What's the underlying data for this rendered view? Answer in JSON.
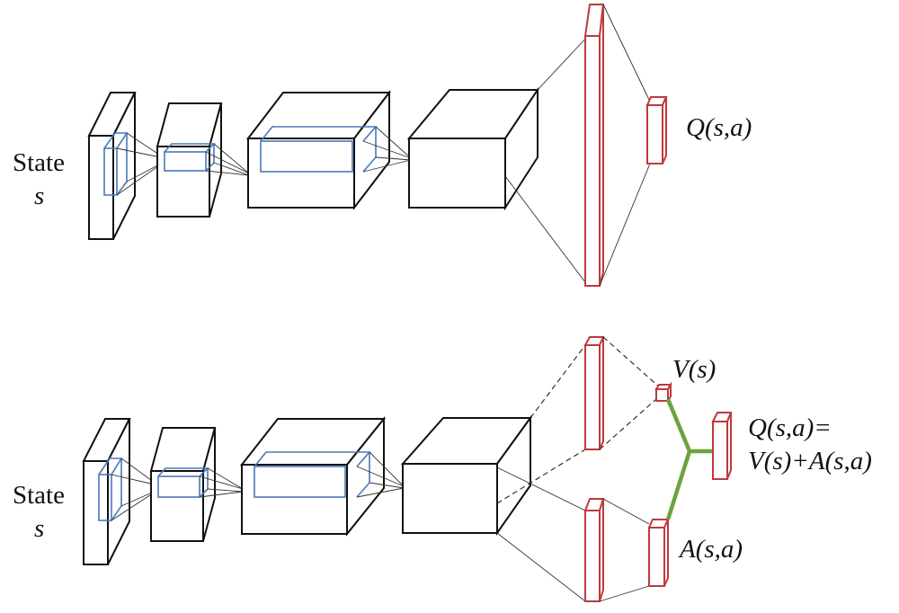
{
  "top": {
    "input_label": "State",
    "input_symbol": "s",
    "output_label": "Q(s,a)"
  },
  "bottom": {
    "input_label": "State",
    "input_symbol": "s",
    "value_label": "V(s)",
    "advantage_label": "A(s,a)",
    "output_line1": "Q(s,a)=",
    "output_line2": "V(s)+A(s,a)"
  },
  "colors": {
    "layer_outline": "#111111",
    "kernel": "#4a78b8",
    "dense": "#c0393b",
    "aggregator": "#6ca23f"
  }
}
